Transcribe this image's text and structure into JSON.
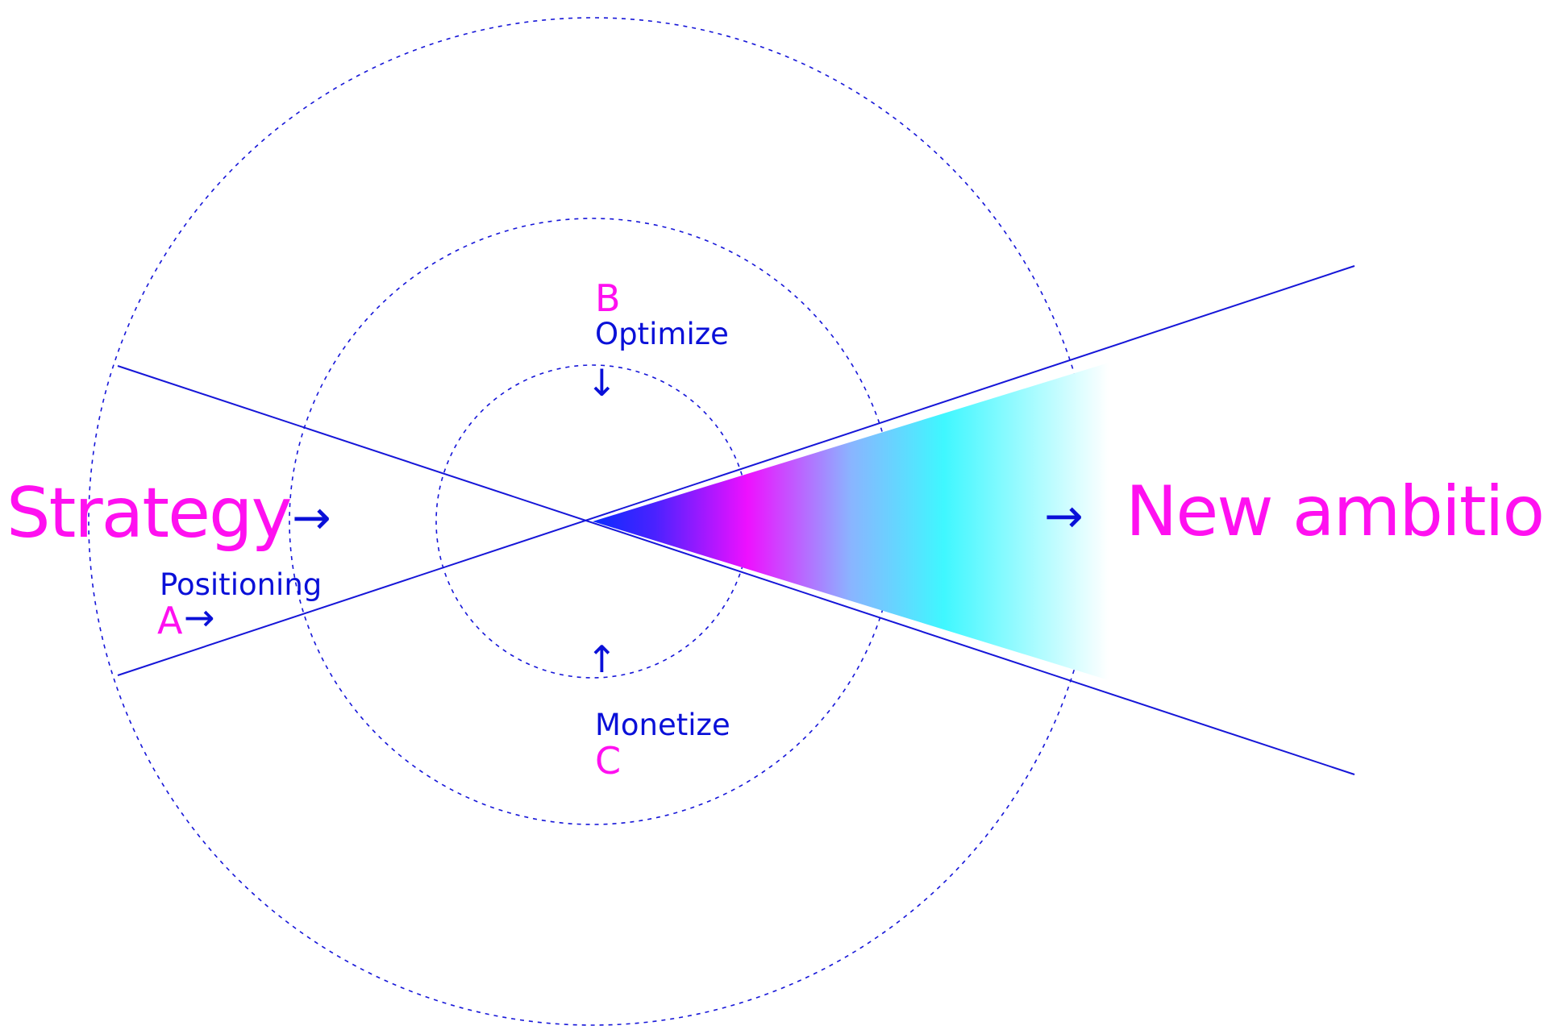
{
  "title_left": "Strategy",
  "title_right": "New ambition",
  "stages": {
    "a": {
      "letter": "A",
      "label": "Positioning"
    },
    "b": {
      "letter": "B",
      "label": "Optimize"
    },
    "c": {
      "letter": "C",
      "label": "Monetize"
    }
  },
  "icons": {
    "arrow_right": "→",
    "arrow_down": "↓",
    "arrow_up": "↑"
  },
  "colors": {
    "line_blue": "#1616d8",
    "text_blue": "#0a10d8",
    "magenta": "#ff10f0",
    "gradient": [
      "#0a2cff",
      "#4a22ff",
      "#ee10ff",
      "#8ab4ff",
      "#3ff7ff",
      "#ffffff"
    ]
  }
}
